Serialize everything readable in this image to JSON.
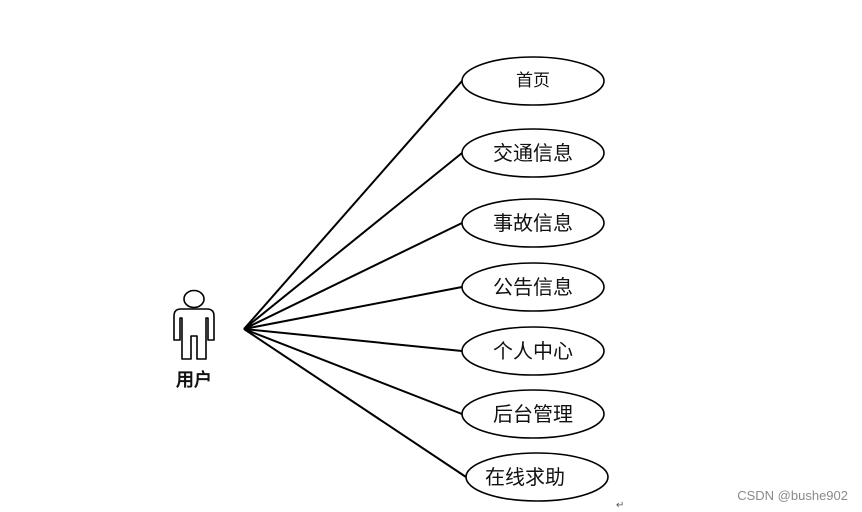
{
  "actor": {
    "label": "用户"
  },
  "use_cases": [
    {
      "label": "首页"
    },
    {
      "label": "交通信息"
    },
    {
      "label": "事故信息"
    },
    {
      "label": "公告信息"
    },
    {
      "label": "个人中心"
    },
    {
      "label": "后台管理"
    },
    {
      "label": "在线求助"
    }
  ],
  "watermark": "CSDN @bushe902",
  "return_mark": "↵",
  "colors": {
    "stroke": "#000000",
    "ellipse_fill": "#ffffff",
    "text": "#111111",
    "watermark": "#8a8a8a"
  }
}
